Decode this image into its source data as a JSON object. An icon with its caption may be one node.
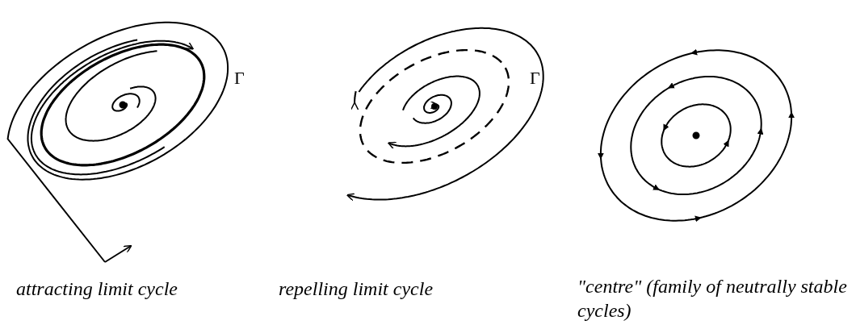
{
  "diagram": {
    "labels": [
      "Γ",
      "Γ",
      "attracting limit cycle",
      "repelling limit cycle",
      "\"centre\" (family of neutrally stable cycles)"
    ]
  }
}
